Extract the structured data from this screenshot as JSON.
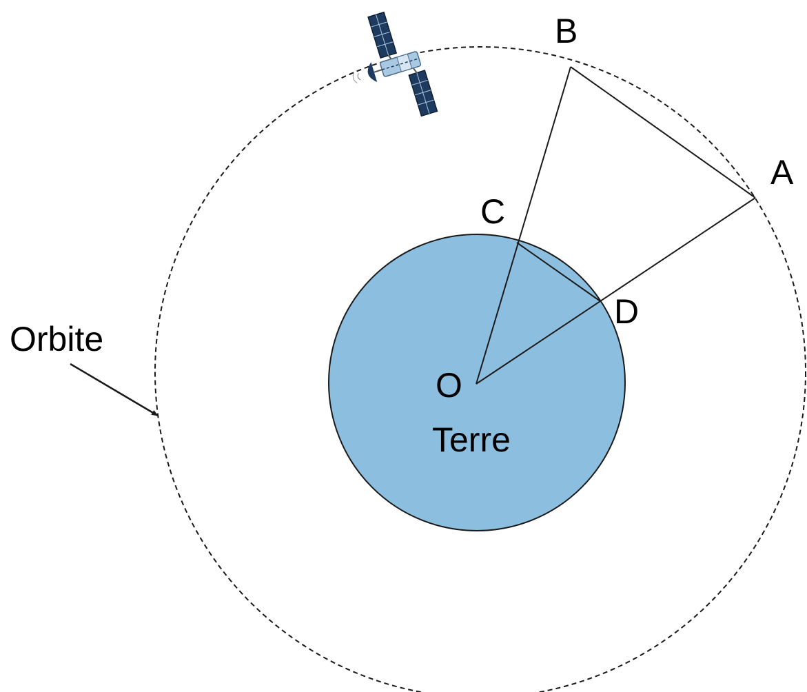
{
  "labels": {
    "point_a": "A",
    "point_b": "B",
    "point_c": "C",
    "point_d": "D",
    "center": "O",
    "earth": "Terre",
    "orbit": "Orbite"
  },
  "colors": {
    "earth_fill": "#8cbfdf",
    "stroke": "#1a1a1a",
    "satellite_panel": "#1f3a5f",
    "satellite_body": "#a9c9e3"
  },
  "icons": {
    "satellite": "satellite-icon"
  }
}
